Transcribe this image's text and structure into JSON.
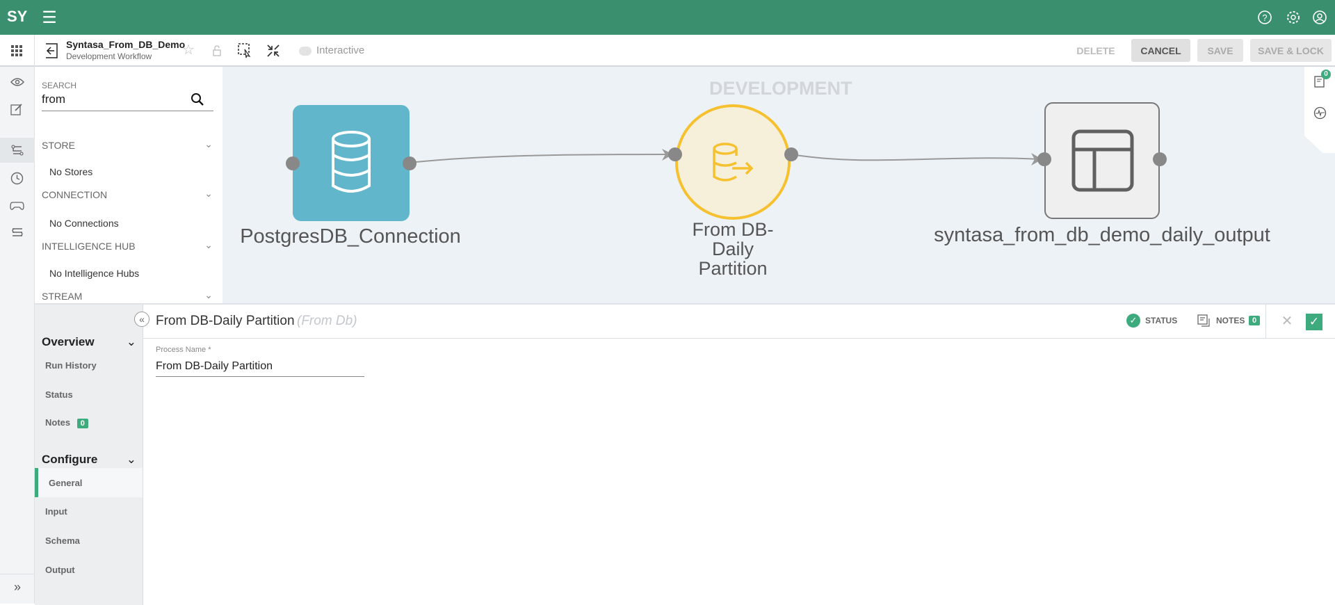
{
  "colors": {
    "brand": "#3a8f6e",
    "accent": "#3dab7e",
    "connection_node": "#62b6cb",
    "process_node_border": "#f6c12f",
    "process_node_fill": "#f6efda"
  },
  "topbar": {
    "logo": "SY",
    "icons": [
      "menu-icon",
      "help-icon",
      "settings-icon",
      "user-icon"
    ]
  },
  "toolbar": {
    "title": "Syntasa_From_DB_Demo",
    "subtitle": "Development Workflow",
    "interactive_label": "Interactive",
    "interactive_on": false,
    "delete_label": "DELETE",
    "cancel_label": "CANCEL",
    "save_label": "SAVE",
    "save_lock_label": "SAVE & LOCK"
  },
  "search": {
    "label": "SEARCH",
    "value": "from",
    "sections": [
      {
        "title": "STORE",
        "empty": "No Stores"
      },
      {
        "title": "CONNECTION",
        "empty": "No Connections"
      },
      {
        "title": "INTELLIGENCE HUB",
        "empty": "No Intelligence Hubs"
      },
      {
        "title": "STREAM"
      }
    ]
  },
  "canvas": {
    "environment": "DEVELOPMENT",
    "notes_count": "0",
    "nodes": [
      {
        "label": "PostgresDB_Connection",
        "type": "connection"
      },
      {
        "label_lines": [
          "From DB-",
          "Daily",
          "Partition"
        ],
        "type": "process"
      },
      {
        "label": "syntasa_from_db_demo_daily_output",
        "type": "table"
      }
    ]
  },
  "panel": {
    "title": "From DB-Daily Partition",
    "subtitle": "(From Db)",
    "status_label": "STATUS",
    "notes_label": "NOTES",
    "notes_count": "0",
    "field_label": "Process Name *",
    "field_value": "From DB-Daily Partition",
    "nav": {
      "overview": "Overview",
      "run_history": "Run History",
      "status": "Status",
      "notes": "Notes",
      "notes_count": "0",
      "configure": "Configure",
      "general": "General",
      "input": "Input",
      "schema": "Schema",
      "output": "Output"
    }
  }
}
